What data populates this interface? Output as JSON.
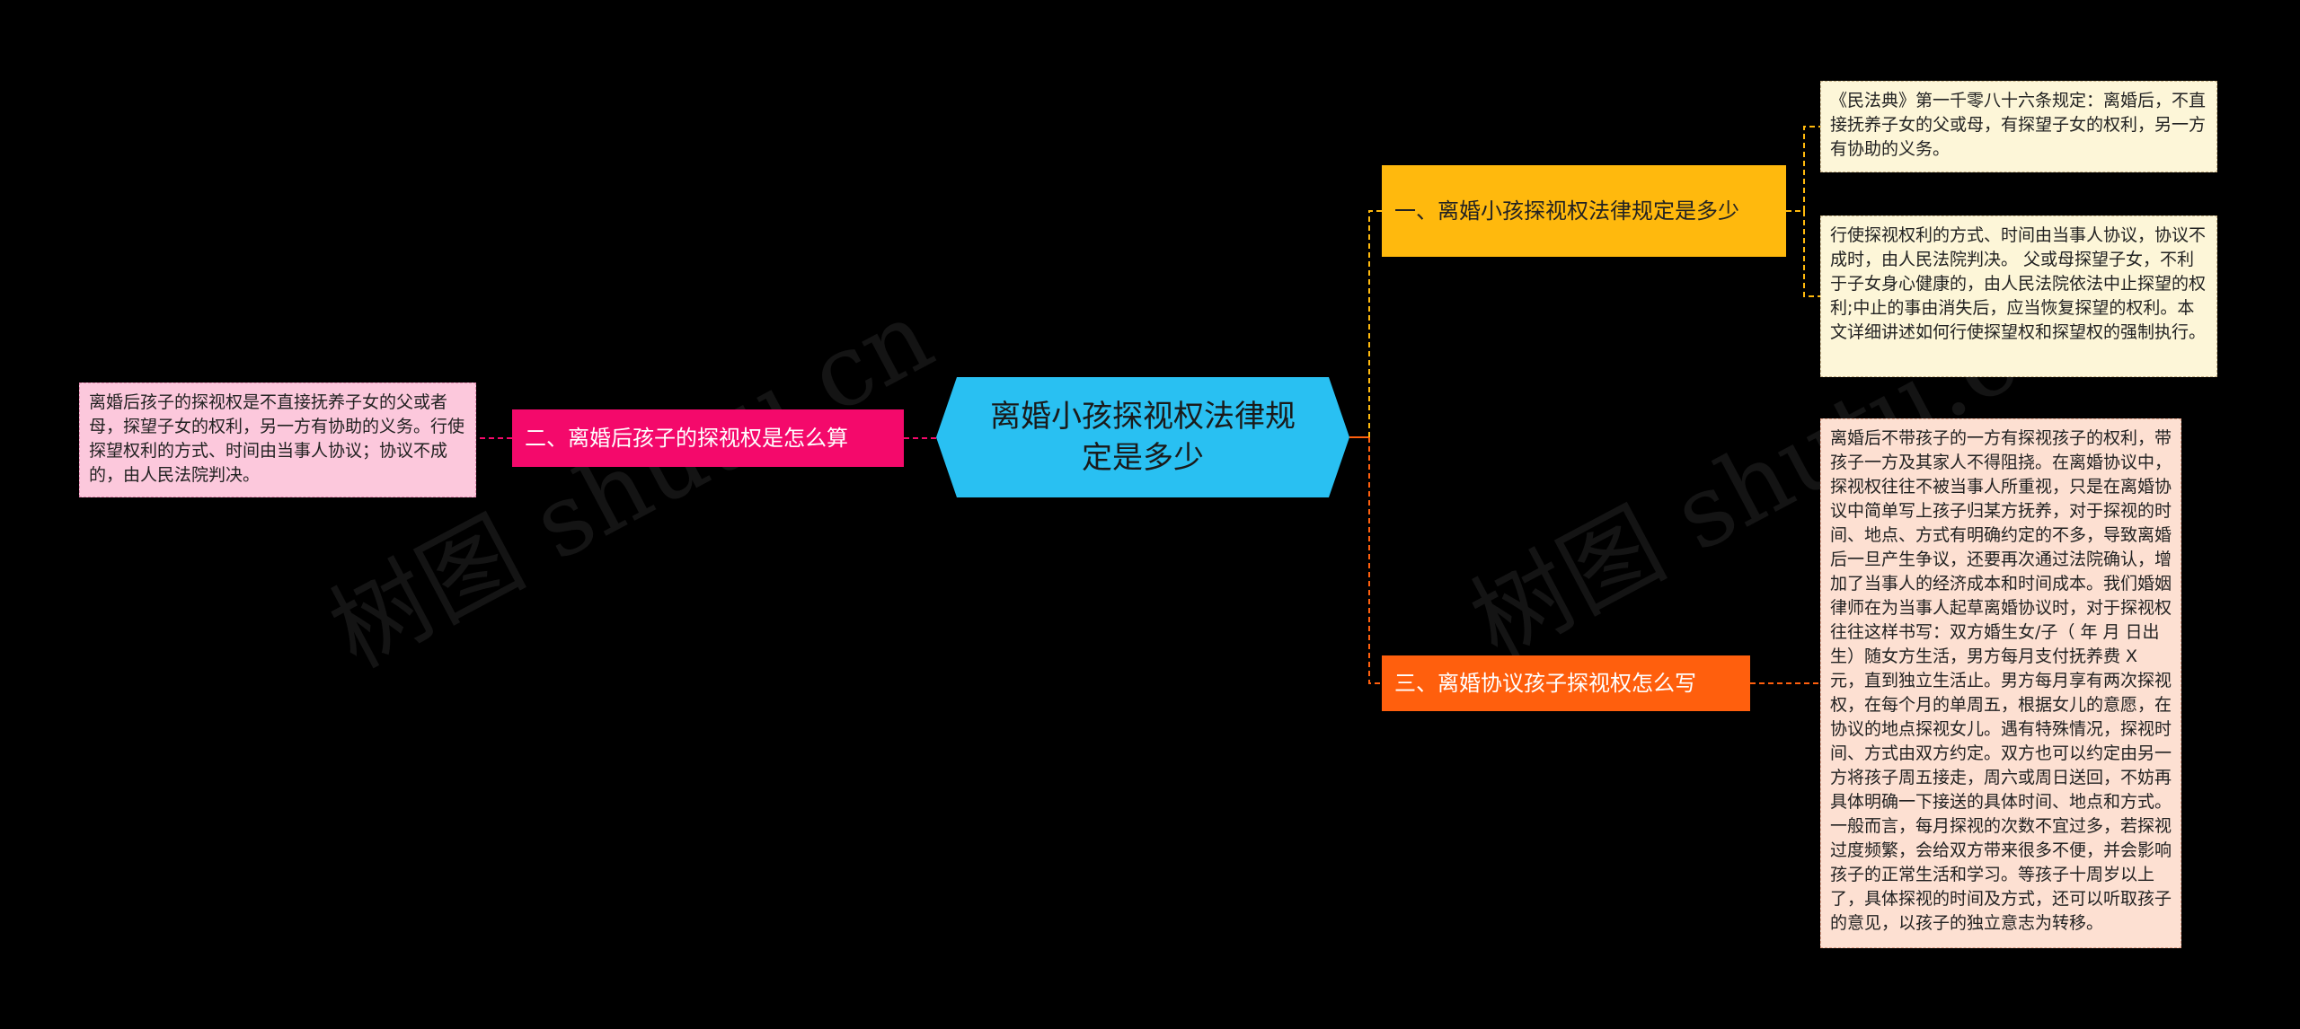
{
  "root": {
    "label": "离婚小孩探视权法律规定是多少",
    "color": "#29c0f2"
  },
  "branches": [
    {
      "label": "一、离婚小孩探视权法律规定是多少",
      "color": "#ffb90d",
      "leaves": [
        "《民法典》第一千零八十六条规定：离婚后，不直接抚养子女的父或母，有探望子女的权利，另一方有协助的义务。",
        "行使探视权利的方式、时间由当事人协议，协议不成时，由人民法院判决。 父或母探望子女，不利于子女身心健康的，由人民法院依法中止探望的权利;中止的事由消失后，应当恢复探望的权利。本文详细讲述如何行使探望权和探望权的强制执行。"
      ]
    },
    {
      "label": "二、离婚后孩子的探视权是怎么算",
      "color": "#f4096b",
      "leaves": [
        "离婚后孩子的探视权是不直接抚养子女的父或者母，探望子女的权利，另一方有协助的义务。行使探望权利的方式、时间由当事人协议；协议不成的，由人民法院判决。"
      ]
    },
    {
      "label": "三、离婚协议孩子探视权怎么写",
      "color": "#ff5f0d",
      "leaves": [
        "离婚后不带孩子的一方有探视孩子的权利，带孩子一方及其家人不得阻挠。在离婚协议中，探视权往往不被当事人所重视，只是在离婚协议中简单写上孩子归某方抚养，对于探视的时间、地点、方式有明确约定的不多，导致离婚后一旦产生争议，还要再次通过法院确认，增加了当事人的经济成本和时间成本。我们婚姻律师在为当事人起草离婚协议时，对于探视权往往这样书写：双方婚生女/子（ 年 月 日出生）随女方生活，男方每月支付抚养费 X元，直到独立生活止。男方每月享有两次探视权，在每个月的单周五，根据女儿的意愿，在协议的地点探视女儿。遇有特殊情况，探视时间、方式由双方约定。双方也可以约定由另一方将孩子周五接走，周六或周日送回，不妨再具体明确一下接送的具体时间、地点和方式。一般而言，每月探视的次数不宜过多，若探视过度频繁，会给双方带来很多不便，并会影响孩子的正常生活和学习。等孩子十周岁以上了，具体探视的时间及方式，还可以听取孩子的意见，以孩子的独立意志为转移。"
      ]
    }
  ],
  "watermarks": [
    "树图 shutu.cn",
    "树图 shutu.cn"
  ]
}
